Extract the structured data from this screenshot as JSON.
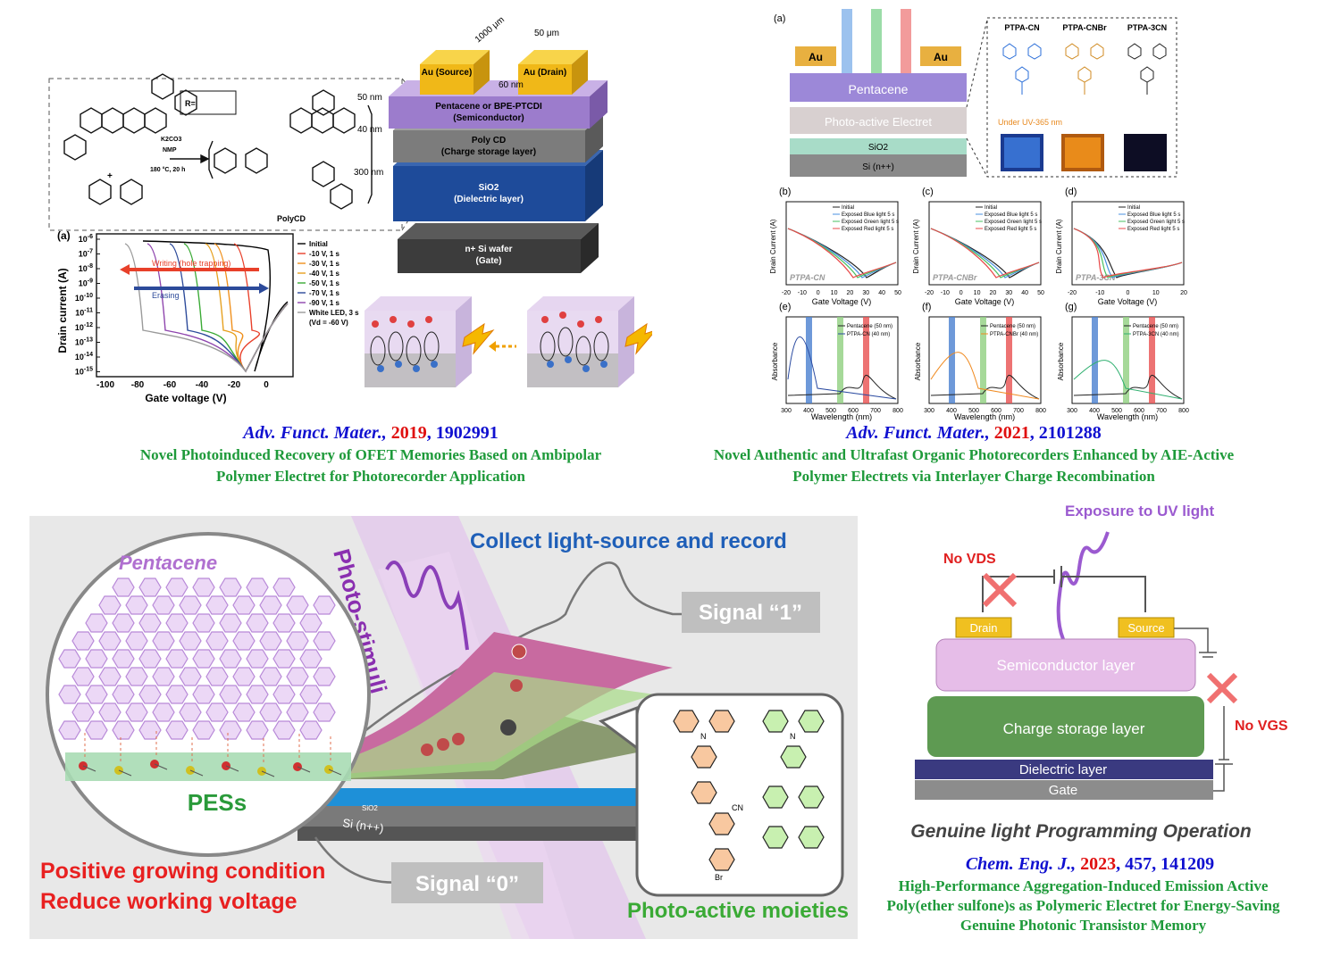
{
  "panel_tl": {
    "layers": {
      "au_source": "Au\n(Source)",
      "au_drain": "Au\n(Drain)",
      "semiconductor": "Pentacene or BPE-PTCDI",
      "semiconductor_sub": "(Semiconductor)",
      "charge": "Poly CD",
      "charge_sub": "(Charge storage layer)",
      "dielectric": "SiO2",
      "dielectric_sub": "(Dielectric layer)",
      "gate": "n+ Si wafer",
      "gate_sub": "(Gate)"
    },
    "dims": {
      "w1000": "1000 μm",
      "w50": "50 μm",
      "h60": "60 nm",
      "t50": "50 nm",
      "t40": "40 nm",
      "t300": "300 nm"
    },
    "scheme": {
      "r_group": "R=",
      "reagent": "K2CO3",
      "solvent": "NMP",
      "cond": "180 °C, 20 h",
      "product": "PolyCD",
      "plus": "+"
    },
    "graph": {
      "label": "(a)",
      "ylabel": "Drain current (A)",
      "xlabel": "Gate voltage (V)",
      "yticks": [
        "10^-6",
        "10^-7",
        "10^-8",
        "10^-9",
        "10^-10",
        "10^-11",
        "10^-12",
        "10^-13",
        "10^-14",
        "10^-15"
      ],
      "xticks": [
        "-100",
        "-80",
        "-60",
        "-40",
        "-20",
        "0"
      ],
      "writing": "Writing (hole trapping)",
      "erasing": "Erasing",
      "legend": [
        "Initial",
        "-10 V, 1 s",
        "-30 V, 1 s",
        "-40 V, 1 s",
        "-50 V, 1 s",
        "-70 V, 1 s",
        "-90 V, 1 s",
        "White LED, 3 s",
        "(Vd = -60 V)"
      ],
      "colors": [
        "#000000",
        "#e8402a",
        "#f0901c",
        "#e6a01e",
        "#3aaa35",
        "#2c4a9a",
        "#8e44ad",
        "#9a9a9a"
      ]
    }
  },
  "cite_tl": {
    "journal": "Adv. Funct. Mater.,",
    "year": "2019",
    "num": ", 1902991"
  },
  "title_tl": {
    "line1": "Novel Photoinduced Recovery of OFET Memories Based on  Ambipolar",
    "line2": "Polymer Electret for Photorecorder Application"
  },
  "panel_tr": {
    "label_a": "(a)",
    "au": "Au",
    "pentacene": "Pentacene",
    "electret": "Photo-active Electret",
    "sio2": "SiO2",
    "si": "Si (n++)",
    "polymers": [
      "PTPA-CN",
      "PTPA-CNBr",
      "PTPA-3CN"
    ],
    "uv": "Under UV-365 nm",
    "transfer": [
      {
        "label": "(b)",
        "name": "PTPA-CN",
        "xticks": [
          "-20",
          "-10",
          "0",
          "10",
          "20",
          "30",
          "40",
          "50"
        ]
      },
      {
        "label": "(c)",
        "name": "PTPA-CNBr",
        "xticks": [
          "-20",
          "-10",
          "0",
          "10",
          "20",
          "30",
          "40",
          "50"
        ]
      },
      {
        "label": "(d)",
        "name": "PTPA-3CN",
        "xticks": [
          "-20",
          "-10",
          "0",
          "10",
          "20"
        ]
      }
    ],
    "transfer_ylabel": "Drain Current (A)",
    "transfer_xlabel": "Gate Voltage (V)",
    "transfer_legend": [
      "Initial",
      "Exposed Blue light 5 s",
      "Exposed Green light 5 s",
      "Exposed Red light 5 s"
    ],
    "absorb": [
      {
        "label": "(e)",
        "legend2": "PTPA-CN (40 nm)"
      },
      {
        "label": "(f)",
        "legend2": "PTPA-CNBr (40 nm)"
      },
      {
        "label": "(g)",
        "legend2": "PTPA-3CN (40 nm)"
      }
    ],
    "absorb_legend1": "Pentacene (50 nm)",
    "absorb_ylabel": "Absorbance",
    "absorb_xlabel": "Wavelength (nm)",
    "absorb_xticks": [
      "300",
      "400",
      "500",
      "600",
      "700",
      "800"
    ]
  },
  "cite_tr": {
    "journal": "Adv. Funct. Mater.,",
    "year": "2021",
    "num": ", 2101288"
  },
  "title_tr": {
    "line1": "Novel Authentic and Ultrafast Organic Photorecorders Enhanced by AIE-Active",
    "line2": "Polymer Electrets via Interlayer Charge Recombination"
  },
  "panel_bl": {
    "collect": "Collect light-source and record",
    "photo_stimuli": "Photo-stimuli",
    "pentacene": "Pentacene",
    "pess": "PESs",
    "signal1": "Signal “1”",
    "signal0": "Signal “0”",
    "sio2": "SiO2",
    "si": "Si (n++)",
    "positive": "Positive growing condition",
    "reduce": "Reduce working voltage",
    "moieties": "Photo-active moieties"
  },
  "panel_br": {
    "exposure": "Exposure to UV light",
    "no_vds": "No VDS",
    "no_vgs": "No VGS",
    "drain": "Drain",
    "source": "Source",
    "semiconductor": "Semiconductor layer",
    "charge": "Charge storage layer",
    "dielectric": "Dielectric layer",
    "gate": "Gate",
    "caption": "Genuine light Programming Operation"
  },
  "cite_br": {
    "journal": "Chem. Eng. J.,",
    "year": "2023",
    "num": ", 457, 141209"
  },
  "title_br": {
    "line1": "High-Performance Aggregation-Induced Emission Active",
    "line2": "Poly(ether sulfone)s as Polymeric Electret for Energy-Saving",
    "line3": "Genuine Photonic Transistor Memory"
  }
}
